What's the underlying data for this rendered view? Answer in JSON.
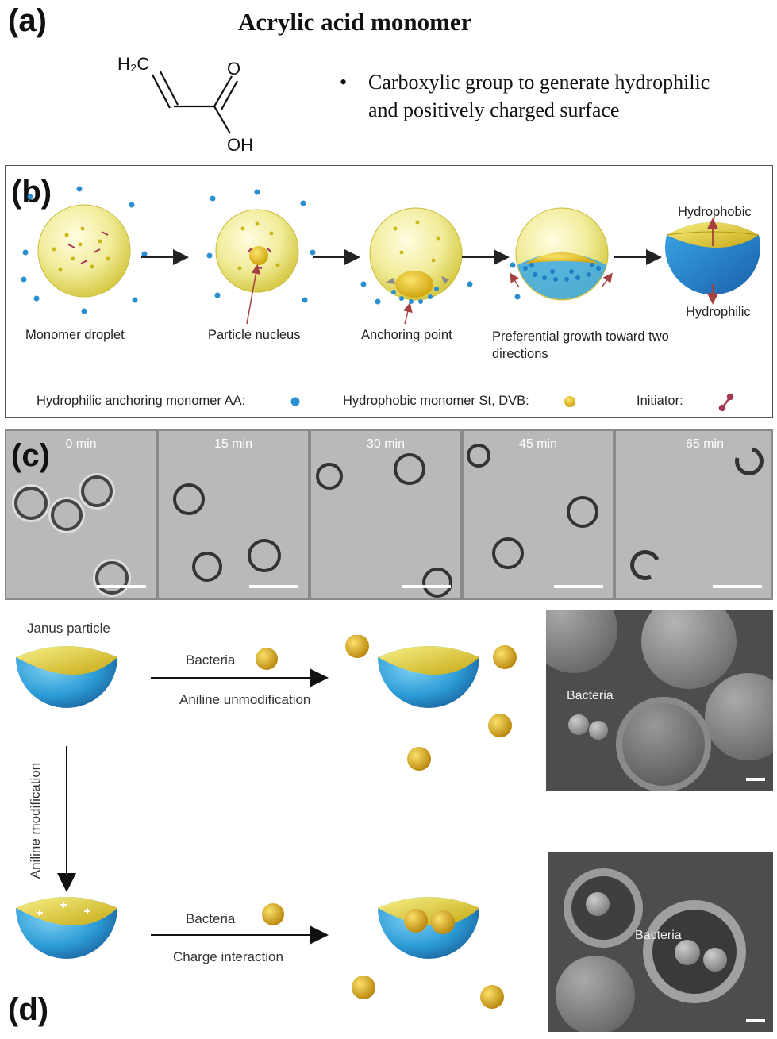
{
  "panel_a": {
    "letter": "(a)",
    "title": "Acrylic acid monomer",
    "bullet_symbol": "•",
    "bullet_text": "Carboxylic group to generate hydrophilic and positively charged surface",
    "formula": {
      "ch2": "H₂C",
      "o": "O",
      "oh": "OH"
    }
  },
  "panel_b": {
    "letter": "(b)",
    "stages": [
      {
        "label": "Monomer droplet"
      },
      {
        "label": "Particle nucleus"
      },
      {
        "label": "Anchoring point"
      },
      {
        "label": "Preferential growth toward two directions"
      }
    ],
    "final": {
      "top_label": "Hydrophobic",
      "bottom_label": "Hydrophilic"
    },
    "legend": [
      {
        "label": "Hydrophilic anchoring monomer AA:",
        "color": "#2a8fd0"
      },
      {
        "label": "Hydrophobic monomer St, DVB:",
        "color": "#e3d21a"
      },
      {
        "label": "Initiator:",
        "color": "#a23a55"
      }
    ],
    "colors": {
      "droplet": "#f1ec9a",
      "dot_blue": "#2a8fd0",
      "dot_yellow": "#d8c81a",
      "arrow": "#222222",
      "pointer": "#a54040"
    }
  },
  "panel_c": {
    "letter": "(c)",
    "frames": [
      {
        "time": "0 min"
      },
      {
        "time": "15 min"
      },
      {
        "time": "30 min"
      },
      {
        "time": "45 min"
      },
      {
        "time": "65 min"
      }
    ]
  },
  "panel_d": {
    "letter": "(d)",
    "janus_label": "Janus particle",
    "top_route": {
      "above": "Bacteria",
      "below": "Aniline unmodification"
    },
    "vertical_route": "Aniline modification",
    "bottom_route": {
      "above": "Bacteria",
      "below": "Charge interaction"
    },
    "sem_label_top": "Bacteria",
    "sem_label_bottom": "Bacteria",
    "colors": {
      "janus_blue": "#2b9bd6",
      "janus_yellow": "#e8df2a",
      "bacteria": "#d6a30e"
    }
  }
}
